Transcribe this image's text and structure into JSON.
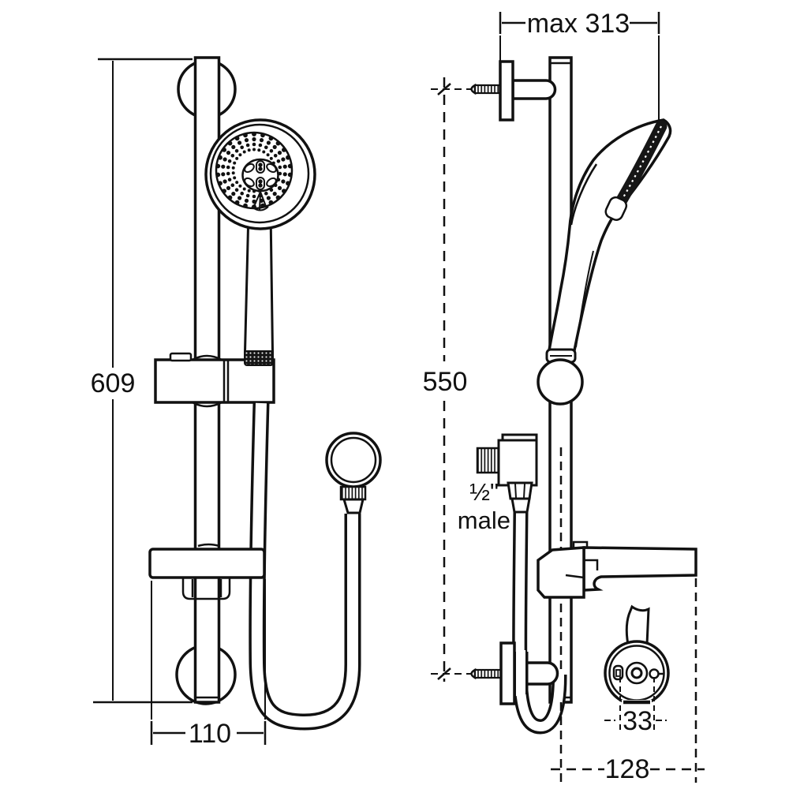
{
  "page": {
    "background": "#ffffff",
    "line_color": "#111111",
    "drawing_kind": "shower-rail-kit-dimension-diagram"
  },
  "front_view": {
    "dimensions": {
      "rail_height": "609",
      "soap_dish_width": "110"
    }
  },
  "side_view": {
    "dimensions": {
      "max_reach": "max 313",
      "bracket_spacing": "550",
      "holder_detail_width": "33",
      "wall_depth": "128"
    },
    "connection": {
      "size": "½\"",
      "type": "male"
    }
  }
}
